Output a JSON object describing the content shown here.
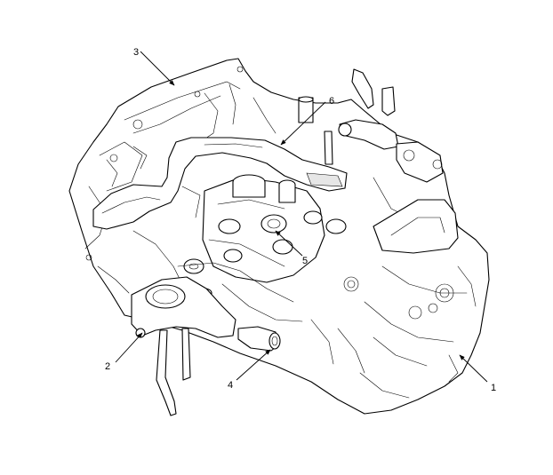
{
  "callouts": {
    "c1": "1",
    "c2": "2",
    "c3": "3",
    "c4": "4",
    "c5": "5",
    "c6": "6"
  },
  "colors": {
    "line": "#000000",
    "background": "#ffffff",
    "shade": "#e6e6e6"
  }
}
